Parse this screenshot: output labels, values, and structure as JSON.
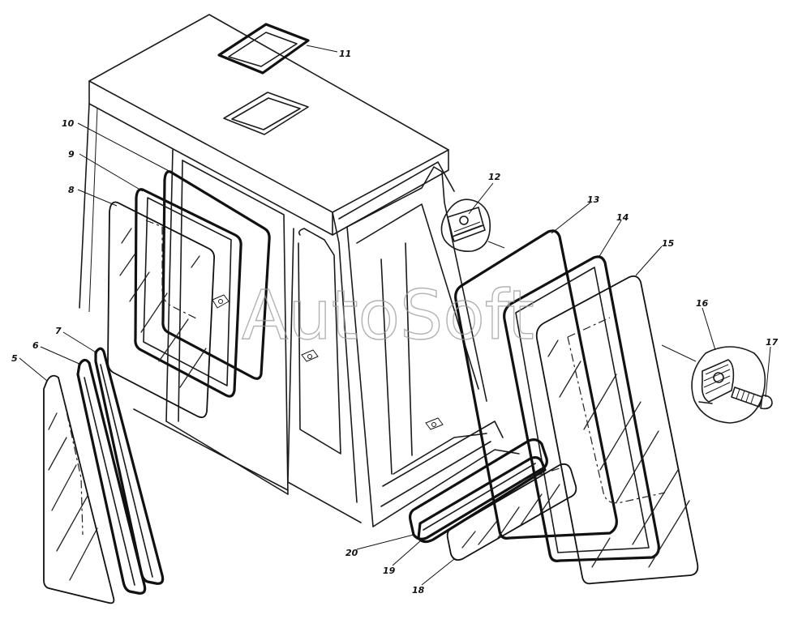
{
  "watermark": "AutoSoft",
  "callouts": [
    {
      "id": "11",
      "label": "11"
    },
    {
      "id": "10",
      "label": "10"
    },
    {
      "id": "9",
      "label": "9"
    },
    {
      "id": "8",
      "label": "8"
    },
    {
      "id": "7",
      "label": "7"
    },
    {
      "id": "6",
      "label": "6"
    },
    {
      "id": "5",
      "label": "5"
    },
    {
      "id": "12",
      "label": "12"
    },
    {
      "id": "13",
      "label": "13"
    },
    {
      "id": "14",
      "label": "14"
    },
    {
      "id": "15",
      "label": "15"
    },
    {
      "id": "16",
      "label": "16"
    },
    {
      "id": "17",
      "label": "17"
    },
    {
      "id": "18",
      "label": "18"
    },
    {
      "id": "19",
      "label": "19"
    },
    {
      "id": "20",
      "label": "20"
    }
  ]
}
